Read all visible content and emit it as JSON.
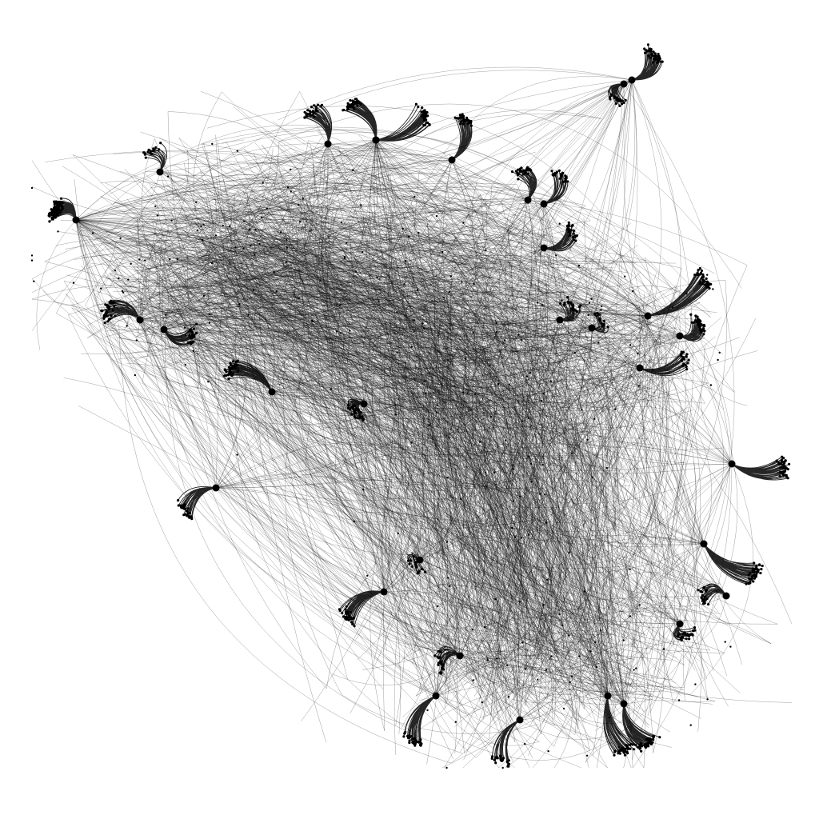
{
  "diagram": {
    "type": "network-graph",
    "layout": "force-directed",
    "edge_style": "curved",
    "edge_color": "#000000",
    "node_color": "#000000",
    "background": "#ffffff",
    "labels_shown": false,
    "legend_shown": false
  }
}
